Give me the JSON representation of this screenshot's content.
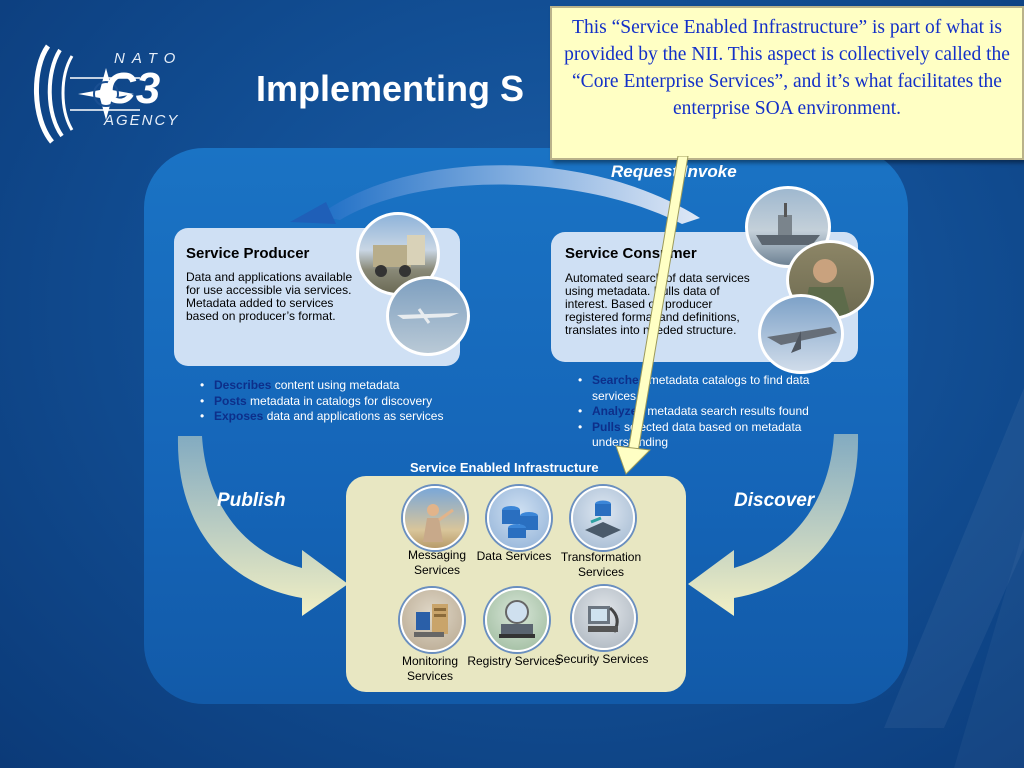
{
  "slide": {
    "title": "Implementing S"
  },
  "logo": {
    "agency_top": "NATO",
    "agency_main": "C3",
    "agency_bottom": "AGENCY"
  },
  "callout": {
    "text": "This “Service Enabled Infrastructure” is part of what is provided by the NII.  This aspect is collectively called the “Core Enterprise Services”, and it’s what facilitates the enterprise SOA environment."
  },
  "flows": {
    "request": "Request/Invoke",
    "publish": "Publish",
    "discover": "Discover"
  },
  "producer": {
    "title": "Service Producer",
    "description": "Data and applications available for use accessible via services.  Metadata added to services based on producer’s format.",
    "bullets": [
      {
        "keyword": "Describes",
        "text": " content using metadata"
      },
      {
        "keyword": "Posts",
        "text": " metadata in catalogs for discovery"
      },
      {
        "keyword": "Exposes",
        "text": " data and applications as services"
      }
    ]
  },
  "consumer": {
    "title": "Service Consumer",
    "description": "Automated search of data services using metadata.  Pulls data of interest. Based on producer registered format and definitions, translates into needed structure.",
    "bullets": [
      {
        "keyword": "Searches",
        "text": " metadata catalogs to find data services"
      },
      {
        "keyword": "Analyzes",
        "text": " metadata search results found"
      },
      {
        "keyword": "Pulls",
        "text": " selected data based on metadata understanding"
      }
    ]
  },
  "infrastructure": {
    "title": "Service Enabled Infrastructure",
    "services": [
      {
        "label": "Messaging Services",
        "icon": "messaging-icon"
      },
      {
        "label": "Data Services",
        "icon": "database-icon"
      },
      {
        "label": "Transformation Services",
        "icon": "transformation-icon"
      },
      {
        "label": "Monitoring Services",
        "icon": "monitoring-icon"
      },
      {
        "label": "Registry Services",
        "icon": "registry-icon"
      },
      {
        "label": "Security Services",
        "icon": "security-icon"
      }
    ]
  },
  "colors": {
    "background": "#124f95",
    "panel": "#1a73c4",
    "box": "#cfe0f4",
    "keyword": "#0d2f8a",
    "callout_bg": "#ffffc4",
    "callout_text": "#1330c8",
    "arrow": "#e8e7b0"
  }
}
